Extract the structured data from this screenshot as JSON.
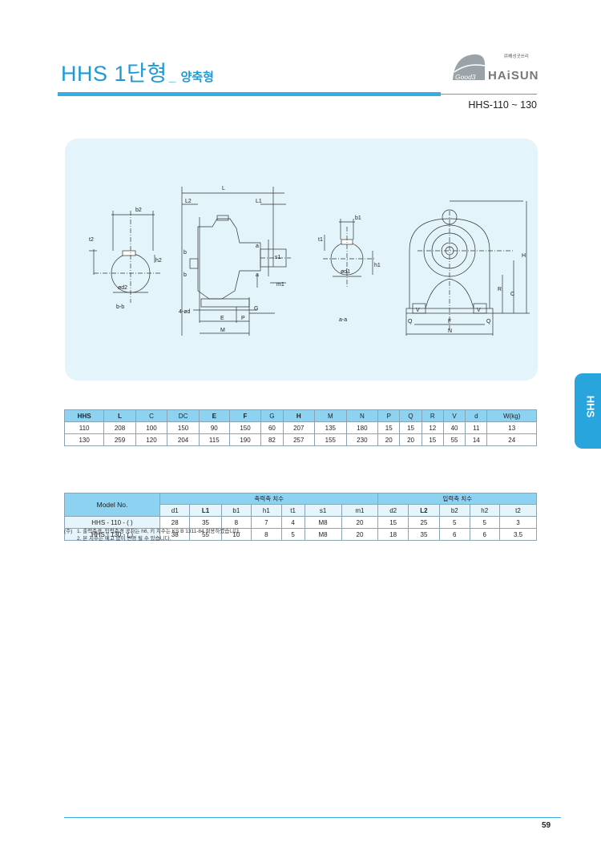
{
  "header": {
    "title_main": "HHS 1단형",
    "title_sep": "_",
    "title_sub": "양축형",
    "logo_good": "Good3",
    "logo_brand": "HAiSUNG",
    "logo_company": "㈜해성굿쓰리",
    "model_range": "HHS-110 ~ 130"
  },
  "colors": {
    "accent": "#27a5dc",
    "header_fill": "#8dd3f1",
    "drawing_bg": "#e3f4fb"
  },
  "drawing": {
    "labels": {
      "bb_view": "b-b",
      "aa_view": "a-a",
      "b2": "b2",
      "t2": "t2",
      "h2": "h2",
      "od2": "ød2",
      "L": "L",
      "L2": "L2",
      "L1": "L1",
      "b": "b",
      "a": "a",
      "s1": "s1",
      "m1": "m1",
      "G": "G",
      "fourd": "4-ød",
      "E": "E",
      "P": "P",
      "M": "M",
      "b1": "b1",
      "t1": "t1",
      "h1": "h1",
      "od1": "ød1",
      "H": "H",
      "R": "R",
      "C": "C",
      "V": "V",
      "Q": "Q",
      "F": "F",
      "N": "N"
    }
  },
  "side_tab": "HHS",
  "table1": {
    "headers": [
      "HHS",
      "L",
      "C",
      "DC",
      "E",
      "F",
      "G",
      "H",
      "M",
      "N",
      "P",
      "Q",
      "R",
      "V",
      "d",
      "W(kg)"
    ],
    "rows": [
      [
        "110",
        "208",
        "100",
        "150",
        "90",
        "150",
        "60",
        "207",
        "135",
        "180",
        "15",
        "15",
        "12",
        "40",
        "11",
        "13"
      ],
      [
        "130",
        "259",
        "120",
        "204",
        "115",
        "190",
        "82",
        "257",
        "155",
        "230",
        "20",
        "20",
        "15",
        "55",
        "14",
        "24"
      ]
    ]
  },
  "table2": {
    "model_header": "Model No.",
    "group_output": "축력축 치수",
    "group_input": "입력축 치수",
    "output_cols": [
      "d1",
      "L1",
      "b1",
      "h1",
      "t1",
      "s1",
      "m1"
    ],
    "input_cols": [
      "d2",
      "L2",
      "b2",
      "h2",
      "t2"
    ],
    "rows": [
      {
        "model": "HHS - 110 - (   )",
        "values": [
          "28",
          "35",
          "8",
          "7",
          "4",
          "M8",
          "20",
          "15",
          "25",
          "5",
          "5",
          "3"
        ]
      },
      {
        "model": "HHS - 130 - (   )",
        "values": [
          "38",
          "55",
          "10",
          "8",
          "5",
          "M8",
          "20",
          "18",
          "35",
          "6",
          "6",
          "3.5"
        ]
      }
    ]
  },
  "notes": {
    "marker": "(주)",
    "lines": [
      "1. 출력축경, 입력축경 공차는 h6, 키 치수는 KS B 1311-84 적용하였습니다.",
      "2. 본 치수는 예고 없이 변경 될 수 있습니다."
    ]
  },
  "page_number": "59"
}
